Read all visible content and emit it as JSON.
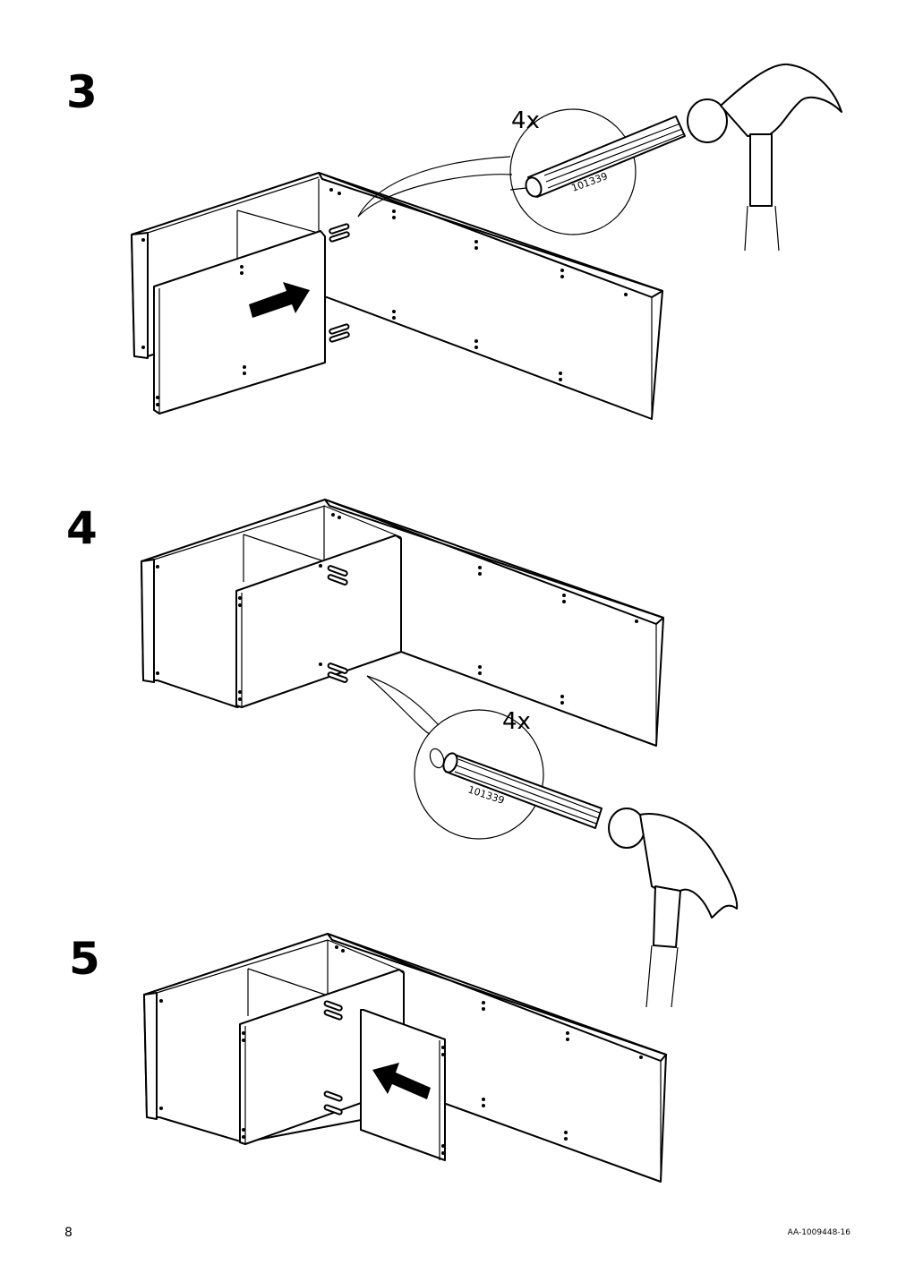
{
  "steps": [
    {
      "number": "3",
      "callout": {
        "quantity": "4x",
        "part": "101339"
      }
    },
    {
      "number": "4",
      "callout": {
        "quantity": "4x",
        "part": "101339"
      }
    },
    {
      "number": "5"
    }
  ],
  "footer": {
    "page_number": "8",
    "doc_id": "AA-1009448-16"
  },
  "icons": [
    "dowel-icon",
    "hammer-icon",
    "push-arrow-icon"
  ]
}
